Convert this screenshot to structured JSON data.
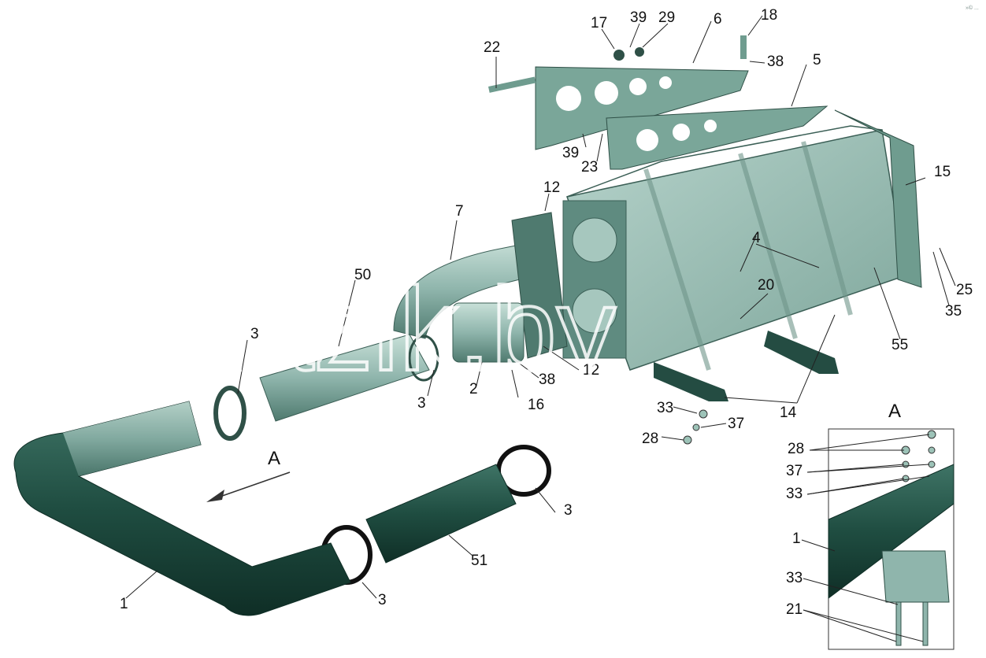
{
  "diagram": {
    "view_letter": "A",
    "watermark": "mazik.by",
    "corner_mark": "»© ..."
  },
  "callouts": {
    "c1": "1",
    "c2": "2",
    "c3a": "3",
    "c3b": "3",
    "c3c": "3",
    "c3d": "3",
    "c4": "4",
    "c5": "5",
    "c6": "6",
    "c7": "7",
    "c12a": "12",
    "c12b": "12",
    "c14": "14",
    "c15": "15",
    "c16": "16",
    "c17": "17",
    "c18": "18",
    "c20": "20",
    "c22": "22",
    "c23": "23",
    "c25": "25",
    "c28": "28",
    "c29": "29",
    "c33": "33",
    "c35": "35",
    "c37": "37",
    "c38a": "38",
    "c38b": "38",
    "c39a": "39",
    "c39b": "39",
    "c50": "50",
    "c51": "51",
    "c55": "55"
  },
  "inset": {
    "c28": "28",
    "c37": "37",
    "c33a": "33",
    "c1": "1",
    "c33b": "33",
    "c21": "21"
  },
  "colors": {
    "muffler": "#8fb5ac",
    "muffler_dark": "#5f8b80",
    "pipe_dark": "#1f4d41",
    "pipe_light": "#9dc3b8",
    "bracket": "#6f9c8f"
  }
}
